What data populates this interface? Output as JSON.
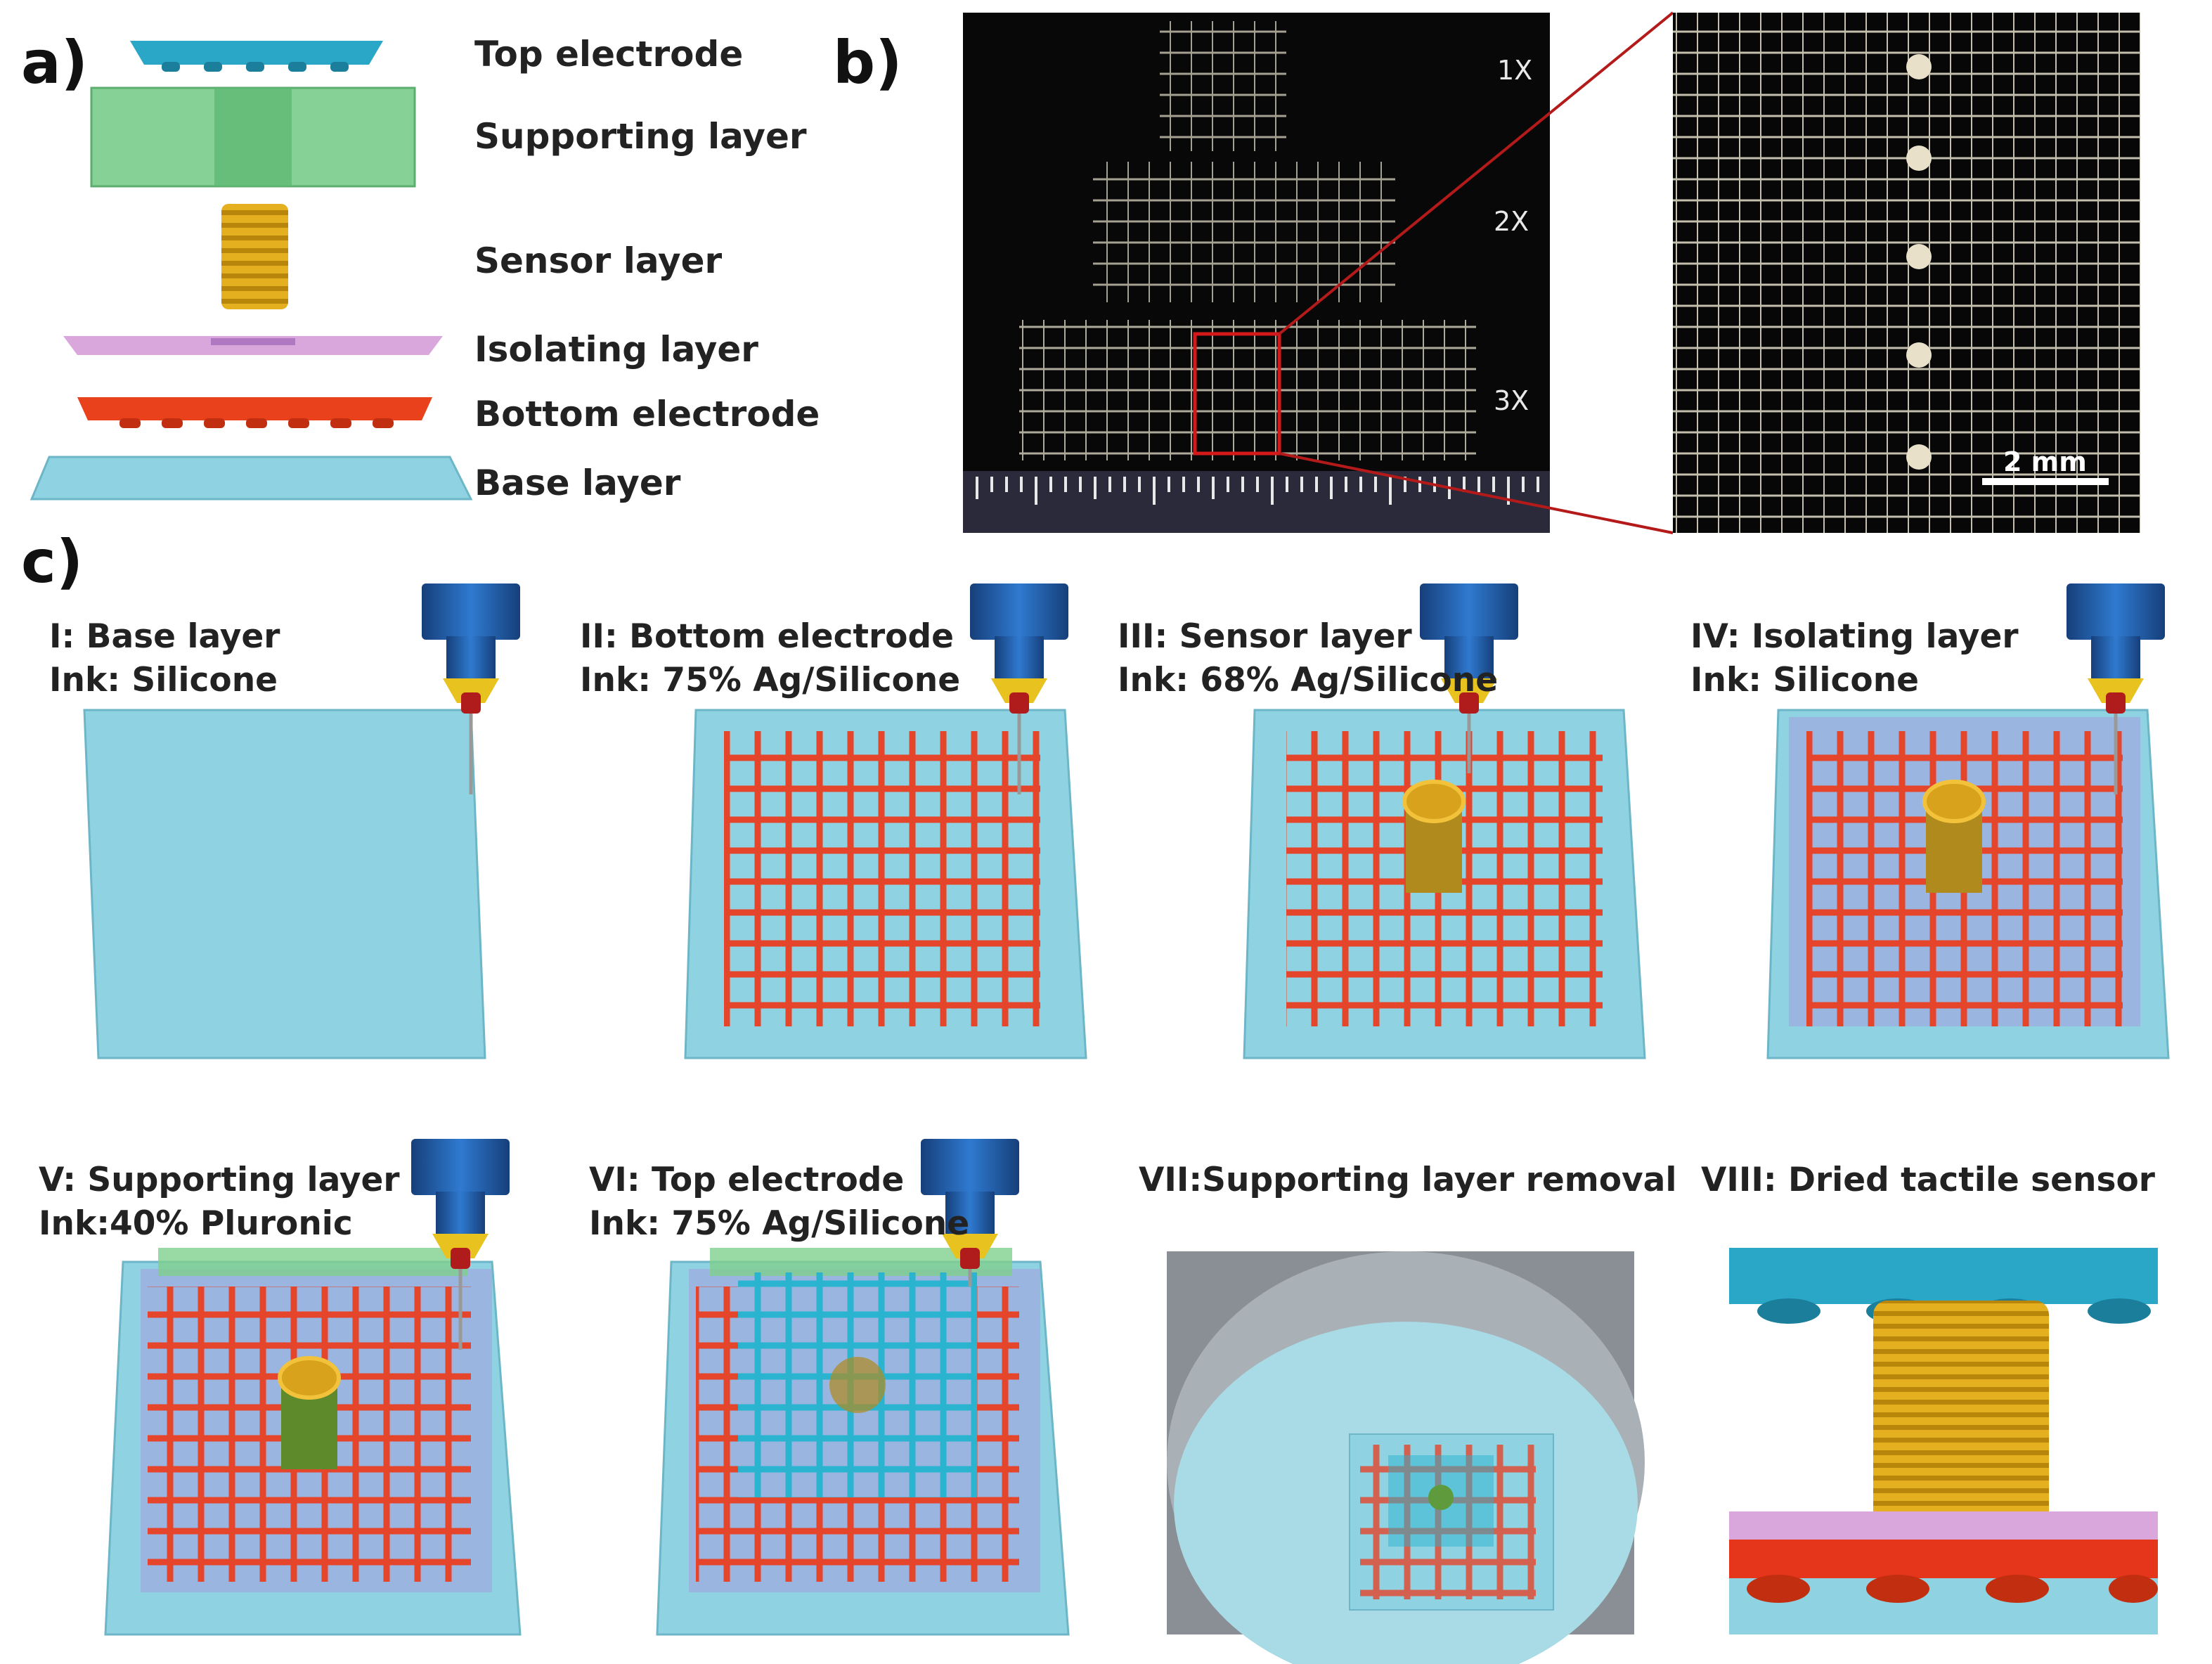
{
  "panels": {
    "a": "a)",
    "b": "b)",
    "c": "c)"
  },
  "exploded_layers": [
    "Top electrode",
    "Supporting layer",
    "Sensor layer",
    "Isolating layer",
    "Bottom electrode",
    "Base layer"
  ],
  "photo": {
    "magnifications": [
      "1X",
      "2X",
      "3X"
    ],
    "scale_bar": "2 mm"
  },
  "steps": [
    {
      "title": "I: Base layer",
      "ink": "Ink: Silicone"
    },
    {
      "title": "II: Bottom electrode",
      "ink": "Ink: 75% Ag/Silicone"
    },
    {
      "title": "III: Sensor layer",
      "ink": "Ink: 68% Ag/Silicone"
    },
    {
      "title": "IV: Isolating layer",
      "ink": "Ink: Silicone"
    },
    {
      "title": "V: Supporting layer",
      "ink": "Ink:40% Pluronic"
    },
    {
      "title": "VI: Top electrode",
      "ink": "Ink: 75% Ag/Silicone"
    },
    {
      "title": "VII:Supporting layer removal",
      "ink": ""
    },
    {
      "title": "VIII: Dried tactile sensor",
      "ink": ""
    }
  ],
  "colors": {
    "top_electrode": "#2aa6c6",
    "supporting": "#7fcf8c",
    "sensor_coil": "#d9a21c",
    "isolating": "#d9a7dc",
    "bottom_electrode": "#e8411c",
    "base": "#8fd3e3",
    "nozzle": "#1f62b0"
  }
}
